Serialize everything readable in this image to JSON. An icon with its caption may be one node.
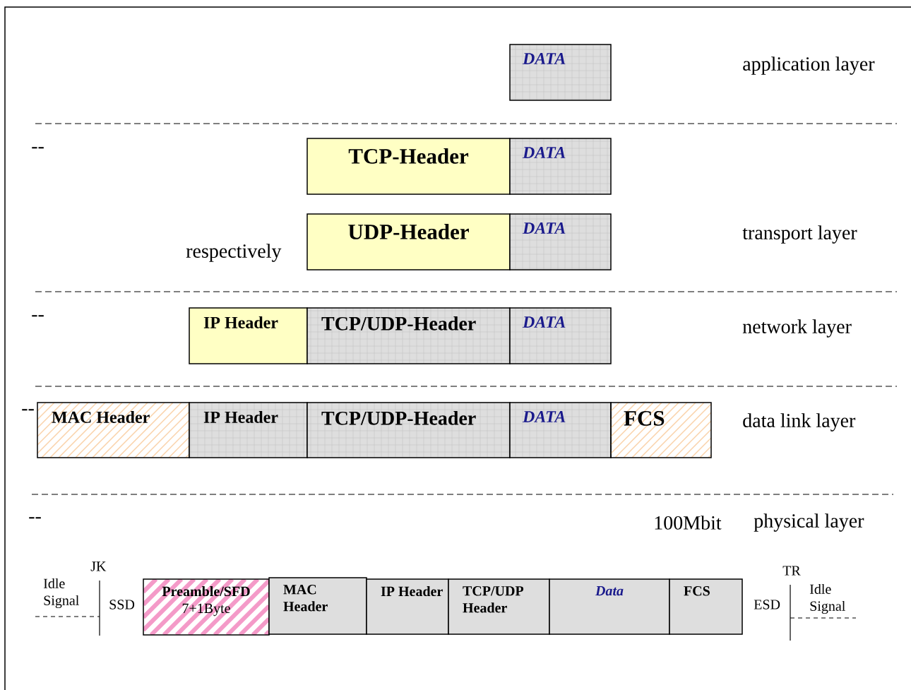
{
  "diagram": {
    "nodes": [
      {
        "text": [
          "DATA"
        ]
      },
      {
        "text": [
          "TCP-Header"
        ]
      },
      {
        "text": [
          "DATA"
        ]
      },
      {
        "text": [
          "UDP-Header"
        ]
      },
      {
        "text": [
          "DATA"
        ]
      },
      {
        "text": [
          "IP Header"
        ]
      },
      {
        "text": [
          "TCP/UDP-Header"
        ]
      },
      {
        "text": [
          "DATA"
        ]
      },
      {
        "text": [
          "MAC Header"
        ]
      },
      {
        "text": [
          "IP Header"
        ]
      },
      {
        "text": [
          "TCP/UDP-Header"
        ]
      },
      {
        "text": [
          "DATA"
        ]
      },
      {
        "text": [
          "FCS"
        ]
      },
      {
        "text": [
          "Preamble/SFD",
          "7+1Byte"
        ]
      },
      {
        "text": [
          "MAC Header"
        ]
      },
      {
        "text": [
          "IP Header"
        ]
      },
      {
        "text": [
          "TCP/UDP Header"
        ]
      },
      {
        "text": [
          "Data"
        ]
      },
      {
        "text": [
          "FCS"
        ]
      }
    ],
    "labels": [
      "application layer",
      "--",
      "transport layer",
      "respectively",
      "--",
      "network layer",
      "--",
      "data link layer",
      "--",
      "100Mbit",
      "physical layer",
      "JK",
      "TR",
      "Idle Signal",
      "Idle Signal",
      "SSD",
      "ESD"
    ]
  }
}
